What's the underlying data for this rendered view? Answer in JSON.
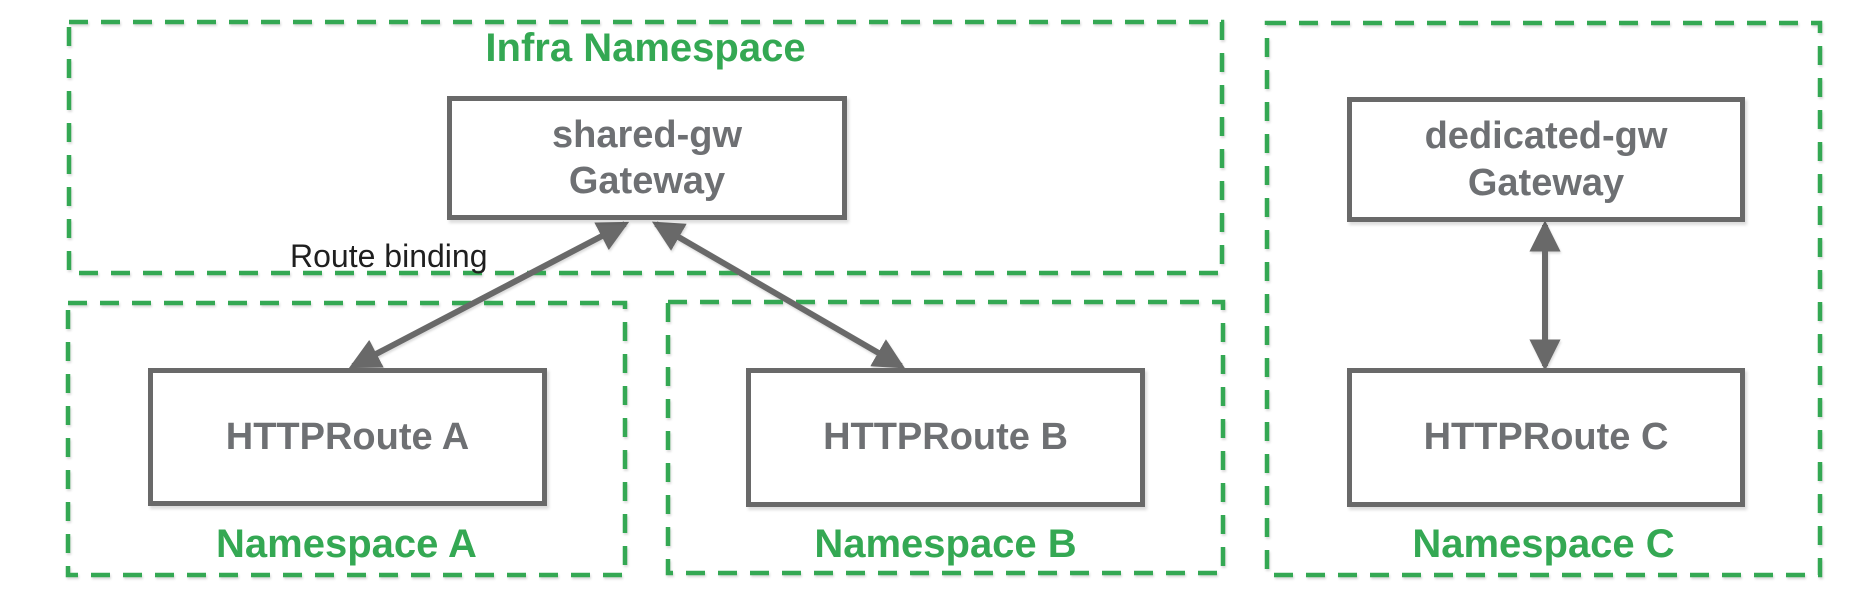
{
  "diagram": {
    "namespaces": [
      {
        "id": "infra",
        "label": "Infra Namespace",
        "label_position": "top"
      },
      {
        "id": "namespace-a",
        "label": "Namespace A",
        "label_position": "bottom"
      },
      {
        "id": "namespace-b",
        "label": "Namespace B",
        "label_position": "bottom"
      },
      {
        "id": "namespace-c",
        "label": "Namespace C",
        "label_position": "bottom"
      }
    ],
    "nodes": [
      {
        "id": "shared-gw",
        "name": "shared-gw",
        "kind": "Gateway",
        "namespace": "infra"
      },
      {
        "id": "dedicated-gw",
        "name": "dedicated-gw",
        "kind": "Gateway",
        "namespace": "namespace-c"
      },
      {
        "id": "httproute-a",
        "label": "HTTPRoute A",
        "namespace": "namespace-a"
      },
      {
        "id": "httproute-b",
        "label": "HTTPRoute B",
        "namespace": "namespace-b"
      },
      {
        "id": "httproute-c",
        "label": "HTTPRoute C",
        "namespace": "namespace-c"
      }
    ],
    "edges": [
      {
        "from": "httproute-a",
        "to": "shared-gw",
        "style": "double-arrow",
        "label": "Route binding"
      },
      {
        "from": "httproute-b",
        "to": "shared-gw",
        "style": "double-arrow",
        "label": ""
      },
      {
        "from": "httproute-c",
        "to": "dedicated-gw",
        "style": "double-arrow",
        "label": ""
      }
    ],
    "edge_label": "Route binding",
    "colors": {
      "namespace_green": "#34A853",
      "node_border_gray": "#696969",
      "node_text_gray": "#6e7073",
      "edge_label_black": "#1f1f1f",
      "background": "#ffffff"
    }
  }
}
